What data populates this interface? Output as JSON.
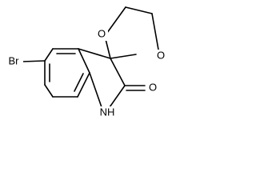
{
  "molecule": {
    "atom_labels": {
      "bromine": "Br",
      "oxygen_ring_left": "O",
      "oxygen_ring_right": "O",
      "oxygen_carbonyl": "O",
      "nitrogen": "NH"
    }
  }
}
